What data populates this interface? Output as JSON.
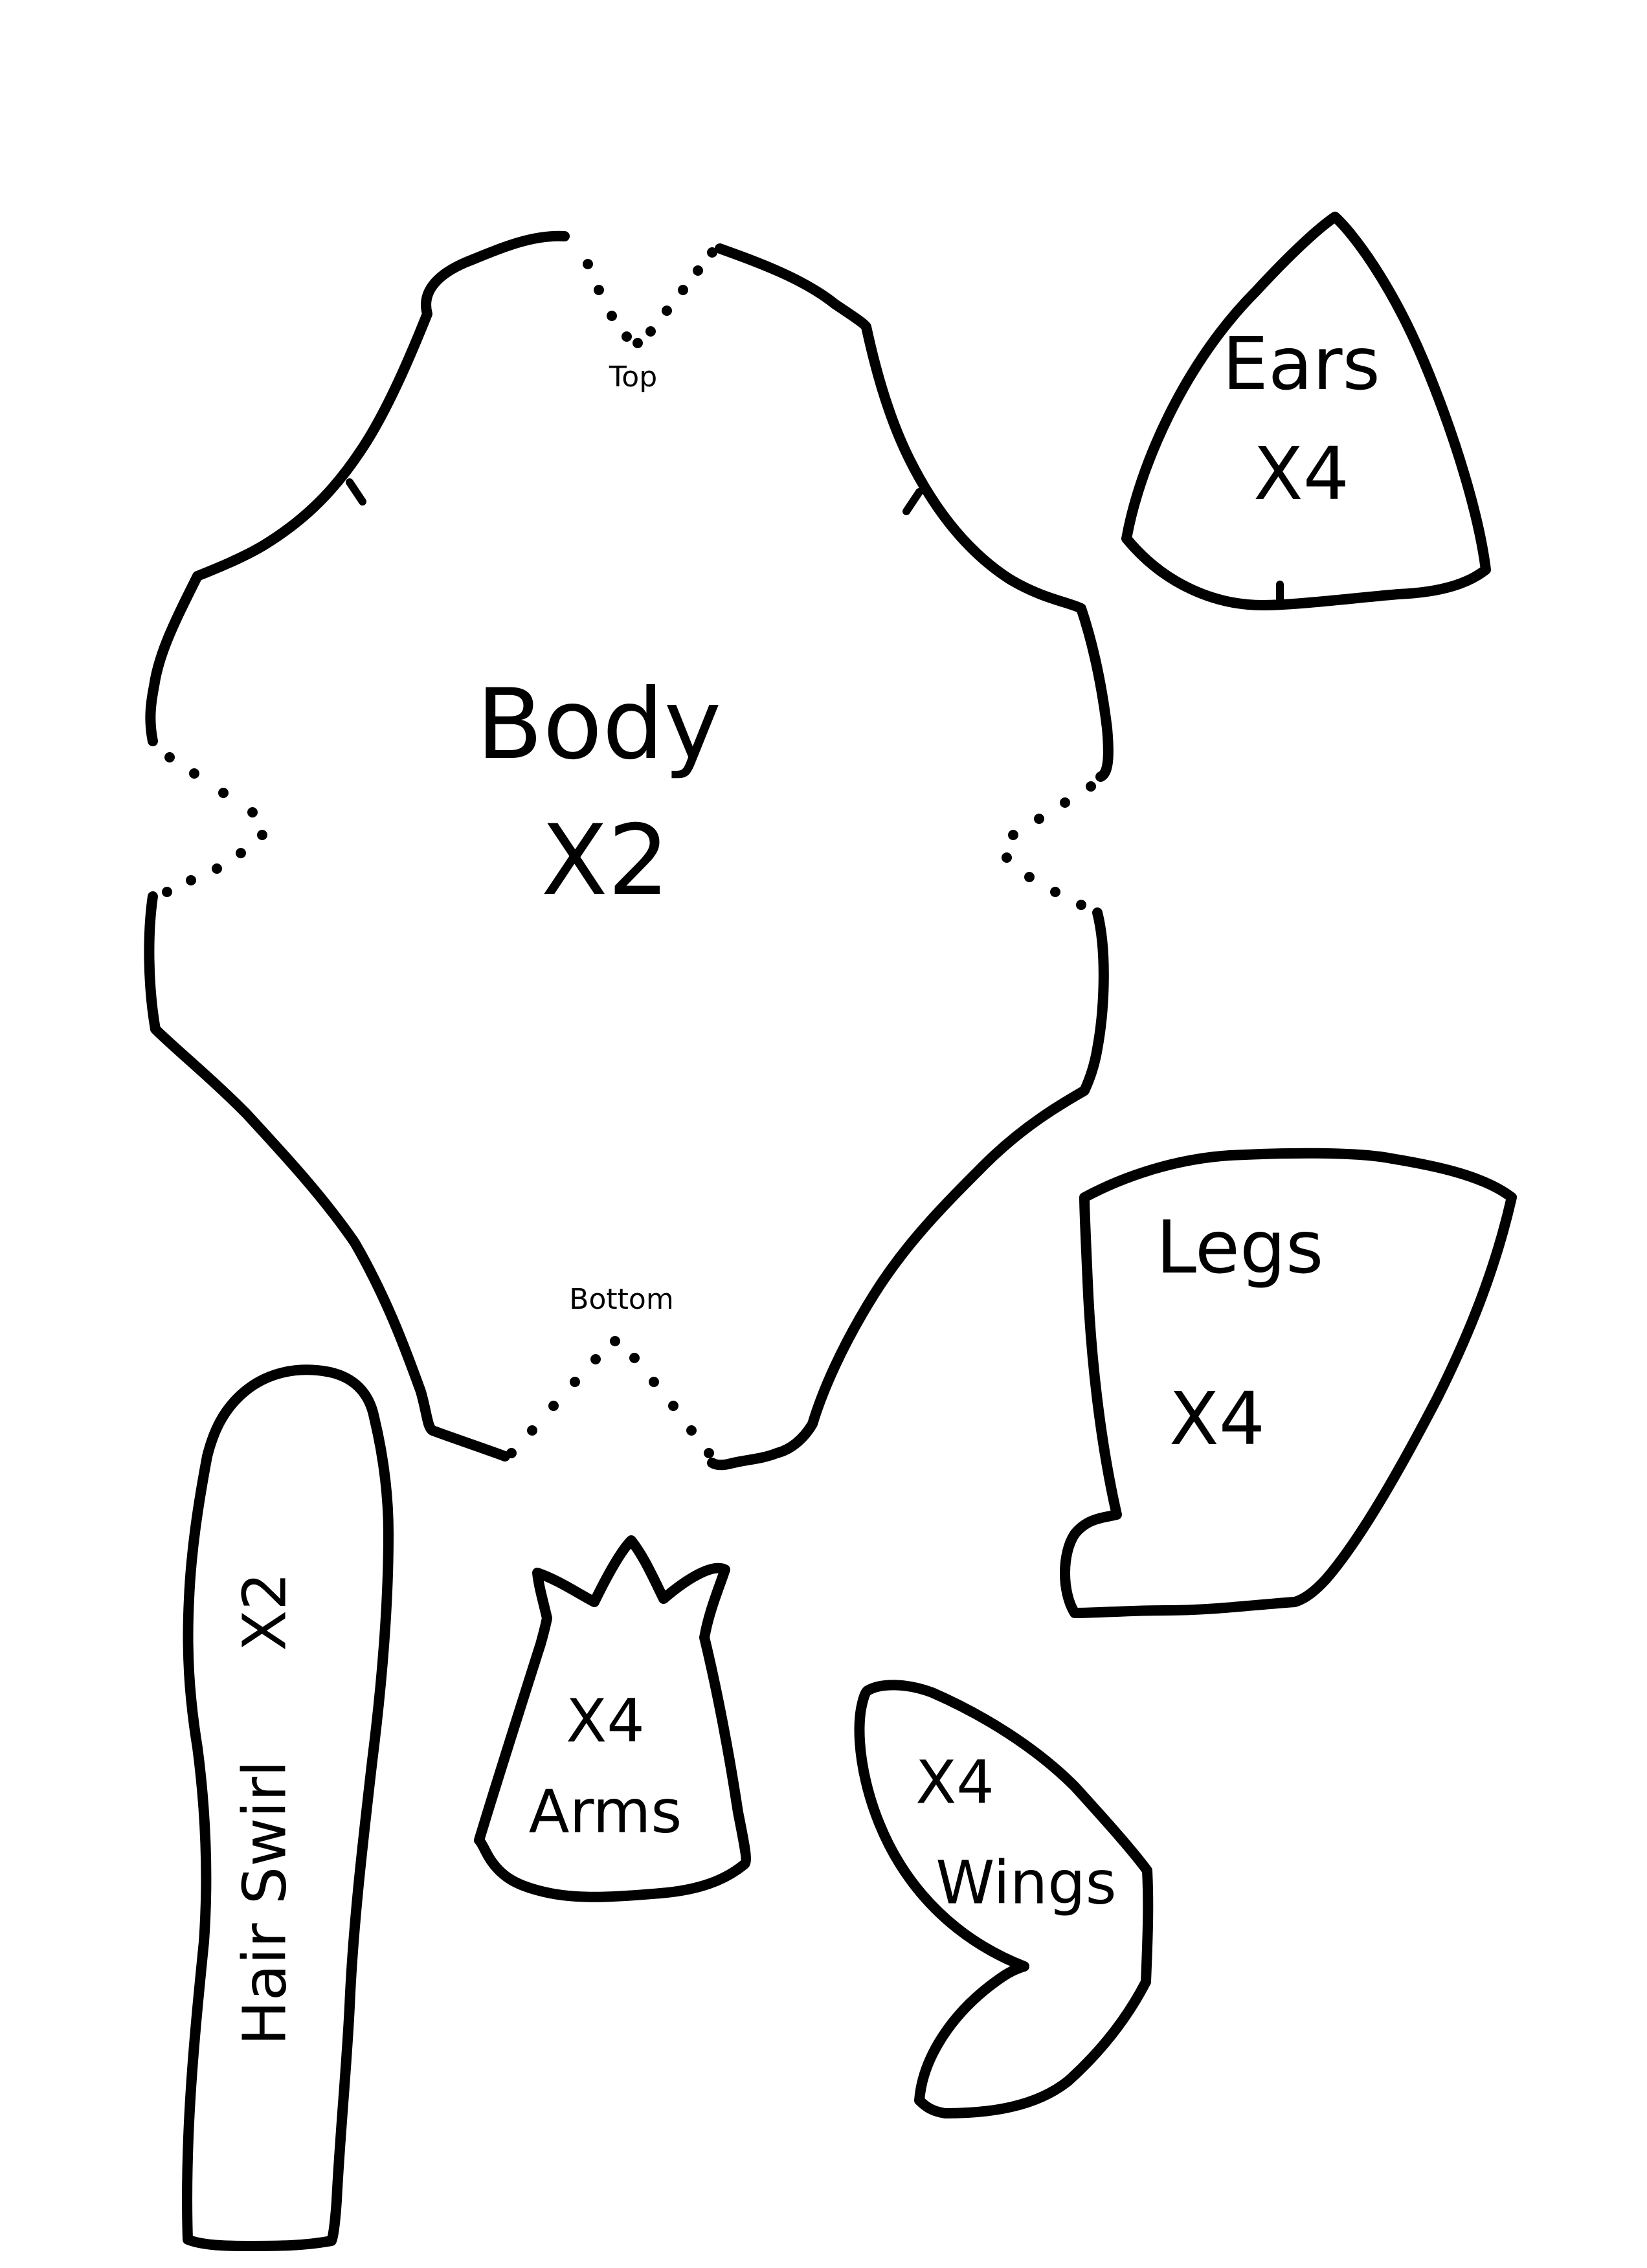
{
  "pieces": {
    "body": {
      "name": "Body",
      "count": "X2",
      "top_marker": "Top",
      "bottom_marker": "Bottom"
    },
    "ears": {
      "name": "Ears",
      "count": "X4"
    },
    "legs": {
      "name": "Legs",
      "count": "X4"
    },
    "arms": {
      "name": "Arms",
      "count": "X4"
    },
    "wings": {
      "name": "Wings",
      "count": "X4"
    },
    "hair_swirl": {
      "name": "Hair Swirl",
      "count": "X2"
    }
  },
  "colors": {
    "ink": "#000000",
    "paper": "#ffffff"
  }
}
